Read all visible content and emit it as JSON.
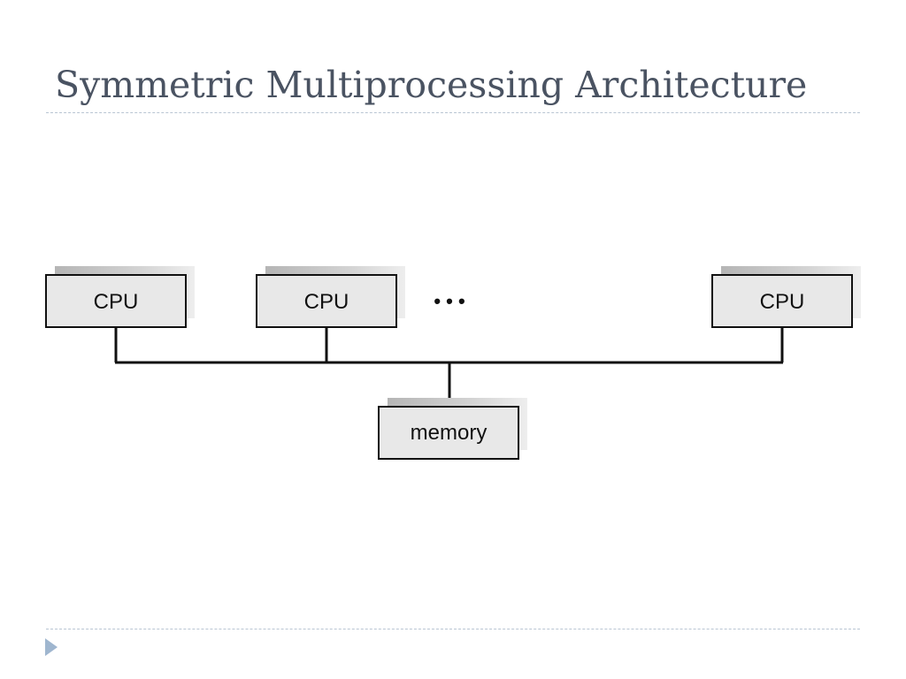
{
  "slide": {
    "title": "Symmetric Multiprocessing Architecture"
  },
  "diagram": {
    "cpus": [
      {
        "label": "CPU"
      },
      {
        "label": "CPU"
      },
      {
        "label": "CPU"
      }
    ],
    "ellipsis": "• • •",
    "memory": {
      "label": "memory"
    }
  },
  "icons": {
    "nav": "triangle-right-icon"
  },
  "colors": {
    "title": "#4a5362",
    "box_fill": "#e8e8e8",
    "box_stroke": "#111111",
    "shadow": "#c8c8c8",
    "divider": "#b9c5d3",
    "nav_arrow": "#9fb6cf"
  }
}
